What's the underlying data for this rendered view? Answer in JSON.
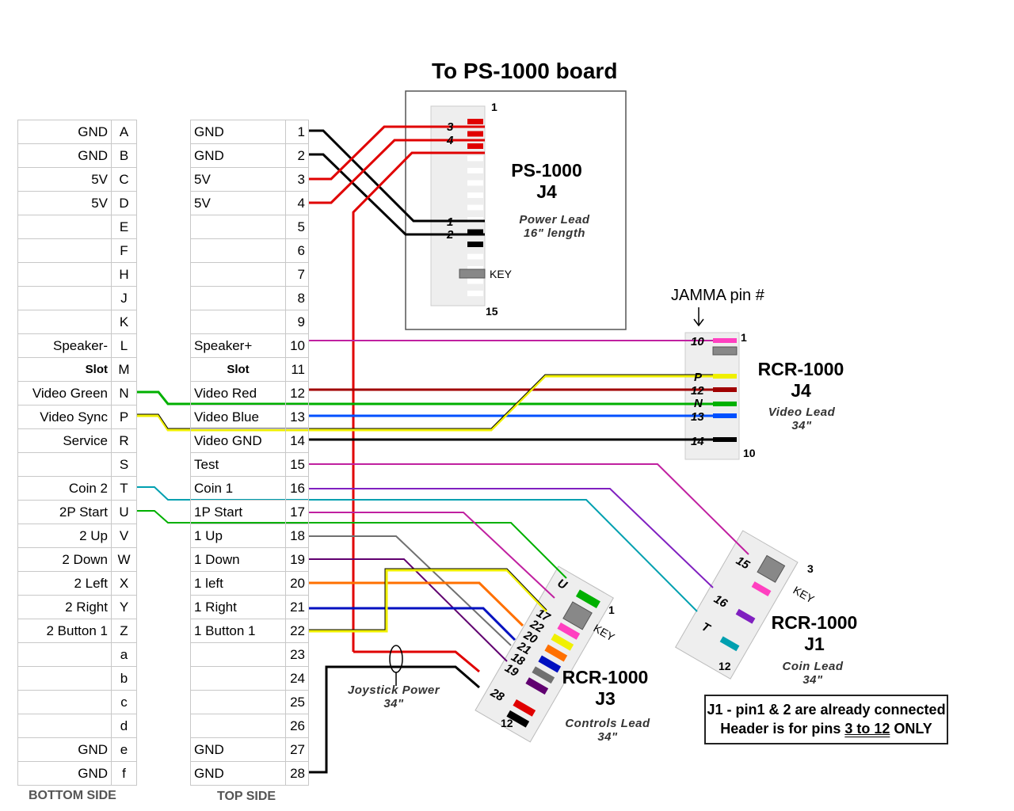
{
  "title": "To PS-1000 board",
  "bottom_side": {
    "label": "BOTTOM SIDE",
    "rows": [
      {
        "label": "GND",
        "pin": "A"
      },
      {
        "label": "GND",
        "pin": "B"
      },
      {
        "label": "5V",
        "pin": "C"
      },
      {
        "label": "5V",
        "pin": "D"
      },
      {
        "label": "",
        "pin": "E"
      },
      {
        "label": "",
        "pin": "F"
      },
      {
        "label": "",
        "pin": "H"
      },
      {
        "label": "",
        "pin": "J"
      },
      {
        "label": "",
        "pin": "K"
      },
      {
        "label": "Speaker-",
        "pin": "L"
      },
      {
        "label": "Slot",
        "pin": "M"
      },
      {
        "label": "Video Green",
        "pin": "N"
      },
      {
        "label": "Video Sync",
        "pin": "P"
      },
      {
        "label": "Service",
        "pin": "R"
      },
      {
        "label": "",
        "pin": "S"
      },
      {
        "label": "Coin 2",
        "pin": "T"
      },
      {
        "label": "2P Start",
        "pin": "U"
      },
      {
        "label": "2 Up",
        "pin": "V"
      },
      {
        "label": "2 Down",
        "pin": "W"
      },
      {
        "label": "2 Left",
        "pin": "X"
      },
      {
        "label": "2 Right",
        "pin": "Y"
      },
      {
        "label": "2 Button 1",
        "pin": "Z"
      },
      {
        "label": "",
        "pin": "a"
      },
      {
        "label": "",
        "pin": "b"
      },
      {
        "label": "",
        "pin": "c"
      },
      {
        "label": "",
        "pin": "d"
      },
      {
        "label": "GND",
        "pin": "e"
      },
      {
        "label": "GND",
        "pin": "f"
      }
    ]
  },
  "top_side": {
    "label": "TOP SIDE",
    "rows": [
      {
        "label": "GND",
        "pin": "1"
      },
      {
        "label": "GND",
        "pin": "2"
      },
      {
        "label": "5V",
        "pin": "3"
      },
      {
        "label": "5V",
        "pin": "4"
      },
      {
        "label": "",
        "pin": "5"
      },
      {
        "label": "",
        "pin": "6"
      },
      {
        "label": "",
        "pin": "7"
      },
      {
        "label": "",
        "pin": "8"
      },
      {
        "label": "",
        "pin": "9"
      },
      {
        "label": "Speaker+",
        "pin": "10"
      },
      {
        "label": "Slot",
        "pin": "11"
      },
      {
        "label": "Video Red",
        "pin": "12"
      },
      {
        "label": "Video Blue",
        "pin": "13"
      },
      {
        "label": "Video GND",
        "pin": "14"
      },
      {
        "label": "Test",
        "pin": "15"
      },
      {
        "label": "Coin 1",
        "pin": "16"
      },
      {
        "label": "1P Start",
        "pin": "17"
      },
      {
        "label": "1 Up",
        "pin": "18"
      },
      {
        "label": "1 Down",
        "pin": "19"
      },
      {
        "label": "1 left",
        "pin": "20"
      },
      {
        "label": "1 Right",
        "pin": "21"
      },
      {
        "label": "1 Button 1",
        "pin": "22"
      },
      {
        "label": "",
        "pin": "23"
      },
      {
        "label": "",
        "pin": "24"
      },
      {
        "label": "",
        "pin": "25"
      },
      {
        "label": "",
        "pin": "26"
      },
      {
        "label": "GND",
        "pin": "27"
      },
      {
        "label": "GND",
        "pin": "28"
      }
    ]
  },
  "ps1000": {
    "name": "PS-1000",
    "connector": "J4",
    "lead": "Power Lead",
    "length": "16\" length",
    "pin_first": "1",
    "pin_last": "15",
    "key": "KEY",
    "labels": [
      "3",
      "4",
      "1",
      "2"
    ]
  },
  "rcr_j4": {
    "name": "RCR-1000",
    "connector": "J4",
    "lead": "Video Lead",
    "length": "34\"",
    "pin_first": "1",
    "pin_last": "10",
    "labels": [
      "10",
      "P",
      "12",
      "N",
      "13",
      "14"
    ],
    "jamma_label": "JAMMA pin #"
  },
  "rcr_j1": {
    "name": "RCR-1000",
    "connector": "J1",
    "lead": "Coin Lead",
    "length": "34\"",
    "pin_first": "3",
    "pin_last": "12",
    "key": "KEY",
    "labels": [
      "15",
      "16",
      "T"
    ]
  },
  "rcr_j3": {
    "name": "RCR-1000",
    "connector": "J3",
    "lead": "Controls Lead",
    "length": "34\"",
    "pin_first": "1",
    "pin_last": "12",
    "key": "KEY",
    "labels": [
      "U",
      "17",
      "22",
      "20",
      "21",
      "18",
      "19",
      "28"
    ]
  },
  "joystick": {
    "label": "Joystick Power",
    "length": "34\""
  },
  "note": {
    "line1": "J1 - pin1 & 2 are already connected",
    "line2_pre": "Header is for pins ",
    "line2_em": "3 to 12",
    "line2_post": " ONLY"
  },
  "wire_colors": {
    "black": "#000000",
    "red": "#e00000",
    "darkred": "#a00000",
    "magenta": "#c020a0",
    "pink": "#ff40c0",
    "yellow": "#f0f000",
    "green": "#00b000",
    "blue": "#0050ff",
    "cyan": "#00a0b0",
    "purple": "#8020c0",
    "gray": "#707070",
    "orange": "#ff7000",
    "navy": "#0010c0",
    "violet": "#600070"
  }
}
